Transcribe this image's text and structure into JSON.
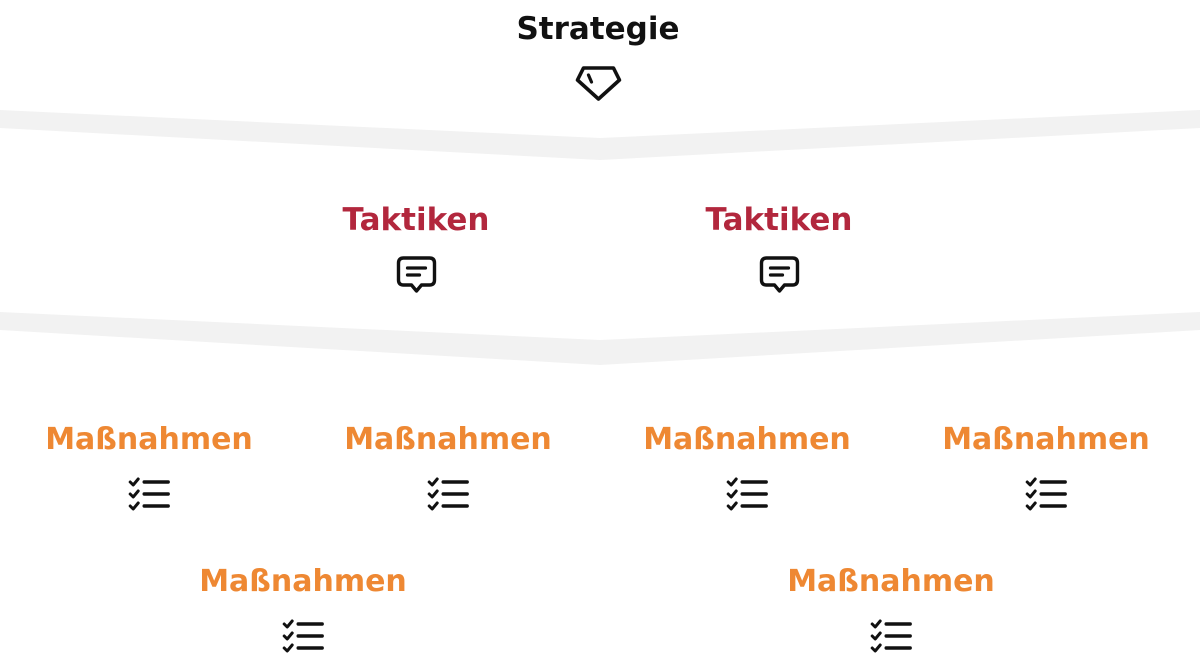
{
  "strategy": {
    "label": "Strategie",
    "icon": "diamond-icon"
  },
  "tactics": [
    {
      "label": "Taktiken",
      "icon": "message-bubble-icon"
    },
    {
      "label": "Taktiken",
      "icon": "message-bubble-icon"
    }
  ],
  "measures": [
    {
      "label": "Maßnahmen",
      "icon": "checklist-icon"
    },
    {
      "label": "Maßnahmen",
      "icon": "checklist-icon"
    },
    {
      "label": "Maßnahmen",
      "icon": "checklist-icon"
    },
    {
      "label": "Maßnahmen",
      "icon": "checklist-icon"
    },
    {
      "label": "Maßnahmen",
      "icon": "checklist-icon"
    },
    {
      "label": "Maßnahmen",
      "icon": "checklist-icon"
    }
  ],
  "colors": {
    "strategy_text": "#111111",
    "tactic_text": "#b2273d",
    "measure_text": "#ee8833",
    "divider": "#f2f2f2",
    "icon_stroke": "#111111"
  }
}
